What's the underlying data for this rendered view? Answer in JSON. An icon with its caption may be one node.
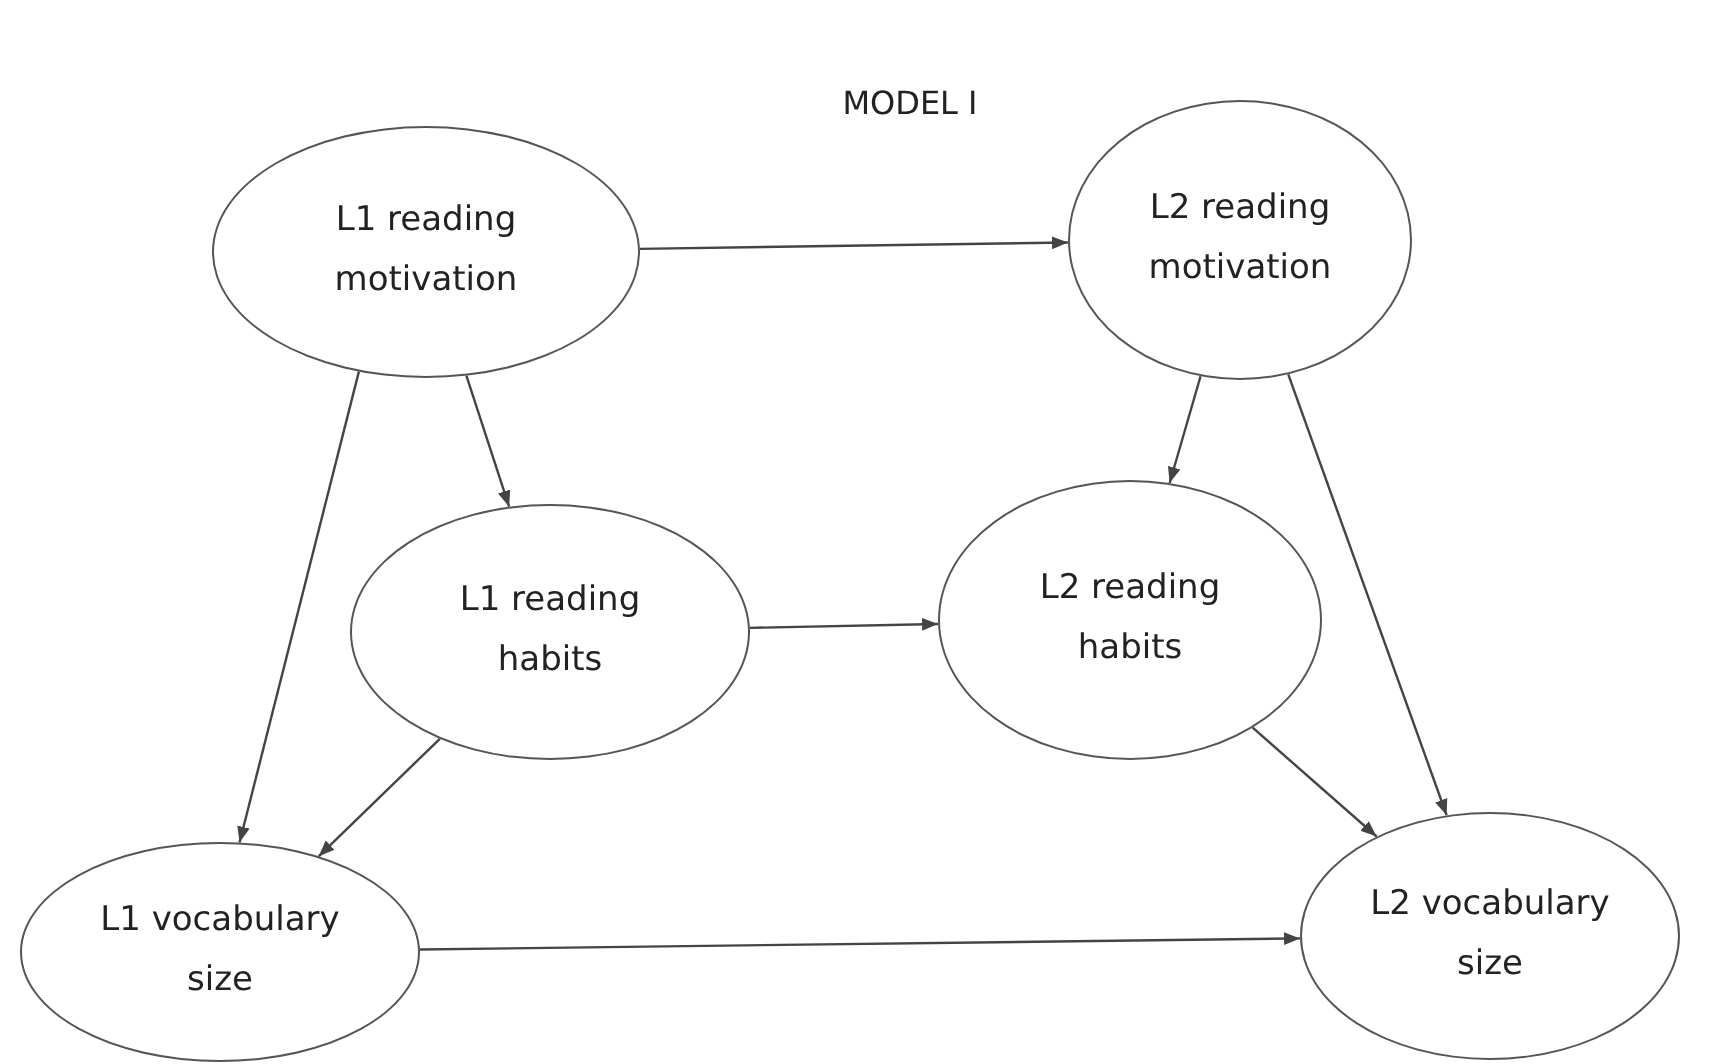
{
  "diagram": {
    "title": "MODEL I",
    "nodes": [
      {
        "text": [
          "L1 reading motivation"
        ]
      },
      {
        "text": [
          "L2 reading motivation"
        ]
      },
      {
        "text": [
          "L1 reading habits"
        ]
      },
      {
        "text": [
          "L2 reading habits"
        ]
      },
      {
        "text": [
          "L1 vocabulary size"
        ]
      },
      {
        "text": [
          "L2 vocabulary size"
        ]
      }
    ],
    "edges": [
      {
        "from": 0,
        "to": 1,
        "arrow": "to"
      },
      {
        "from": 0,
        "to": 2,
        "arrow": "to"
      },
      {
        "from": 0,
        "to": 4,
        "arrow": "to"
      },
      {
        "from": 1,
        "to": 3,
        "arrow": "to"
      },
      {
        "from": 1,
        "to": 5,
        "arrow": "to"
      },
      {
        "from": 2,
        "to": 3,
        "arrow": "to"
      },
      {
        "from": 2,
        "to": 4,
        "arrow": "to"
      },
      {
        "from": 3,
        "to": 5,
        "arrow": "to"
      },
      {
        "from": 4,
        "to": 5,
        "arrow": "to"
      }
    ]
  }
}
